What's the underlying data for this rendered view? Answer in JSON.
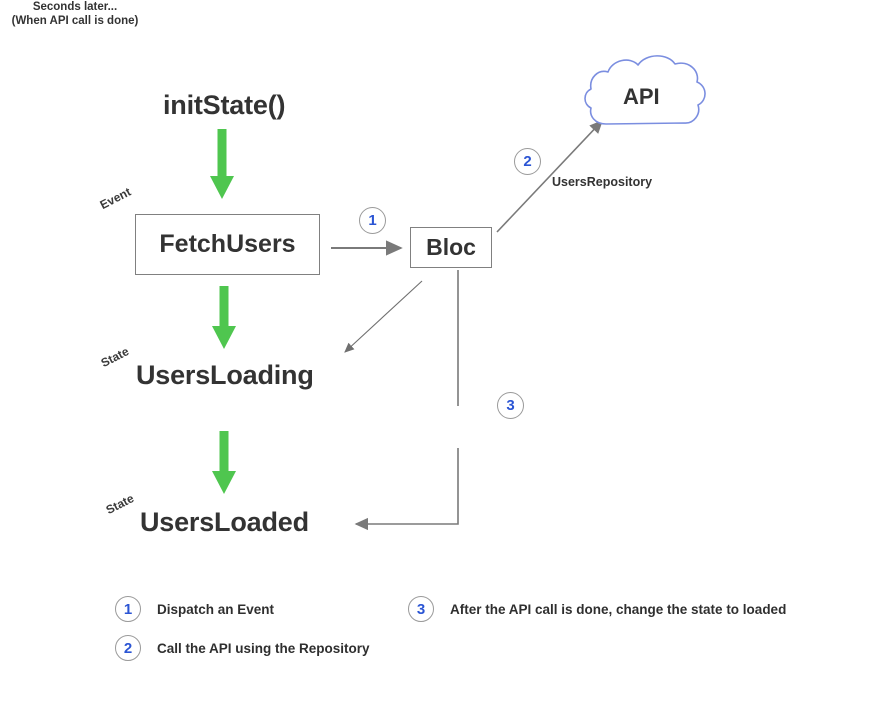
{
  "diagram": {
    "title_node": "initState()",
    "nodes": {
      "fetch_users": "FetchUsers",
      "bloc": "Bloc",
      "users_loading": "UsersLoading",
      "users_loaded": "UsersLoaded",
      "api": "API"
    },
    "annotations": {
      "event": "Event",
      "state_loading": "State",
      "state_loaded": "State",
      "users_repository": "UsersRepository",
      "seconds_later_line1": "Seconds later...",
      "seconds_later_line2": "(When API call is done)"
    },
    "step_markers": {
      "one": "1",
      "two": "2",
      "three": "3"
    },
    "colors": {
      "green_arrow": "#4FC64F",
      "grey_arrow": "#7a7a7a",
      "box_border": "#808080",
      "cloud_border": "#7b8ee0",
      "number_blue": "#2b55d4",
      "text_dark": "#333333"
    }
  },
  "legend": {
    "items": [
      {
        "number": "1",
        "text": "Dispatch an Event"
      },
      {
        "number": "2",
        "text": "Call the API using the Repository"
      },
      {
        "number": "3",
        "text": "After the API call is done, change the state to loaded"
      }
    ]
  }
}
